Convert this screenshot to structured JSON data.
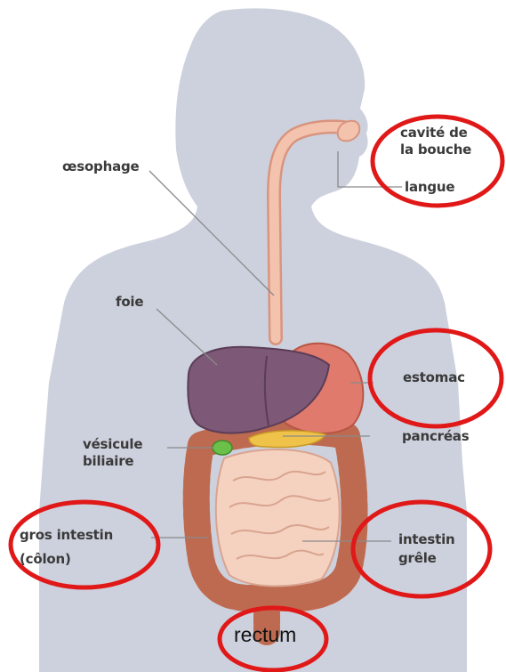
{
  "labels": {
    "bouche_line1": "cavité de",
    "bouche_line2": "la bouche",
    "langue": "langue",
    "oesophage": "œsophage",
    "foie": "foie",
    "estomac": "estomac",
    "vesicule_line1": "vésicule",
    "vesicule_line2": "biliaire",
    "pancreas": "pancréas",
    "gros_line1": "gros intestin",
    "gros_line2": "(côlon)",
    "grele_line1": "intestin",
    "grele_line2": "grêle",
    "rectum": "rectum"
  },
  "colors": {
    "silhouette": "#cdd1dd",
    "circle": "#e01818",
    "liver": "#7d5877",
    "stomach": "#e07a6c",
    "colon": "#c9775a",
    "small_intestine": "#f5d2c0",
    "esophagus": "#f1b9a2",
    "gallbladder": "#6bc04a",
    "pancreas": "#efc24a"
  }
}
